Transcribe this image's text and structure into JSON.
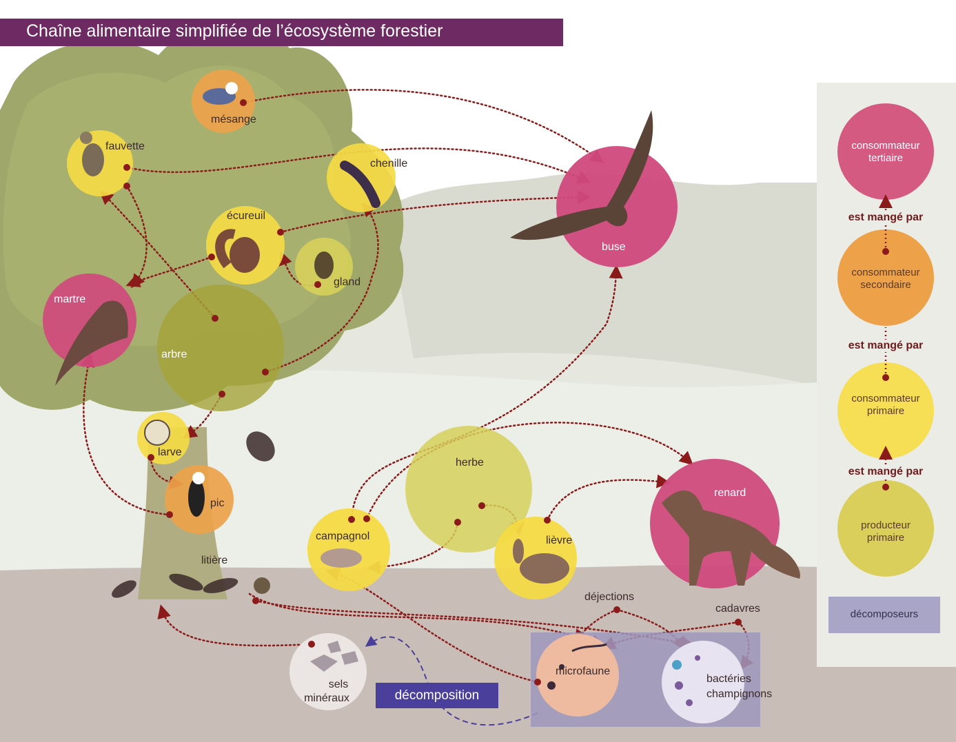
{
  "title": "Chaîne alimentaire simplifiée de l’écosystème forestier",
  "nodes": {
    "mesange": "mésange",
    "fauvette": "fauvette",
    "chenille": "chenille",
    "ecureuil": "écureuil",
    "gland": "gland",
    "martre": "martre",
    "arbre": "arbre",
    "larve": "larve",
    "pic": "pic",
    "buse": "buse",
    "herbe": "herbe",
    "campagnol": "campagnol",
    "lievre": "lièvre",
    "renard": "renard",
    "litiere": "litière",
    "dejections": "déjections",
    "cadavres": "cadavres",
    "sels_mineraux": [
      "sels",
      "minéraux"
    ],
    "microfaune": "microfaune",
    "bacteries": [
      "bactéries",
      "champignons"
    ],
    "decomposition": "décomposition"
  },
  "legend": {
    "levels": [
      {
        "label": [
          "consommateur",
          "tertiaire"
        ],
        "color": "#d55a82"
      },
      {
        "label": [
          "consommateur",
          "secondaire"
        ],
        "color": "#eda24a"
      },
      {
        "label": [
          "consommateur",
          "primaire"
        ],
        "color": "#f6df55"
      },
      {
        "label": [
          "producteur",
          "primaire"
        ],
        "color": "#d9cf5a"
      }
    ],
    "arrow_label": "est mangé par",
    "decomposers": "décomposeurs"
  },
  "colors": {
    "tertiary": "#d04a7c",
    "secondary": "#eda24a",
    "primary_consumer": "#f4da45",
    "producer": "#d6d05a",
    "decomposer_panel": "#9d98bd",
    "arrow": "#8b1a1a",
    "title_bar": "#6e2a63"
  }
}
